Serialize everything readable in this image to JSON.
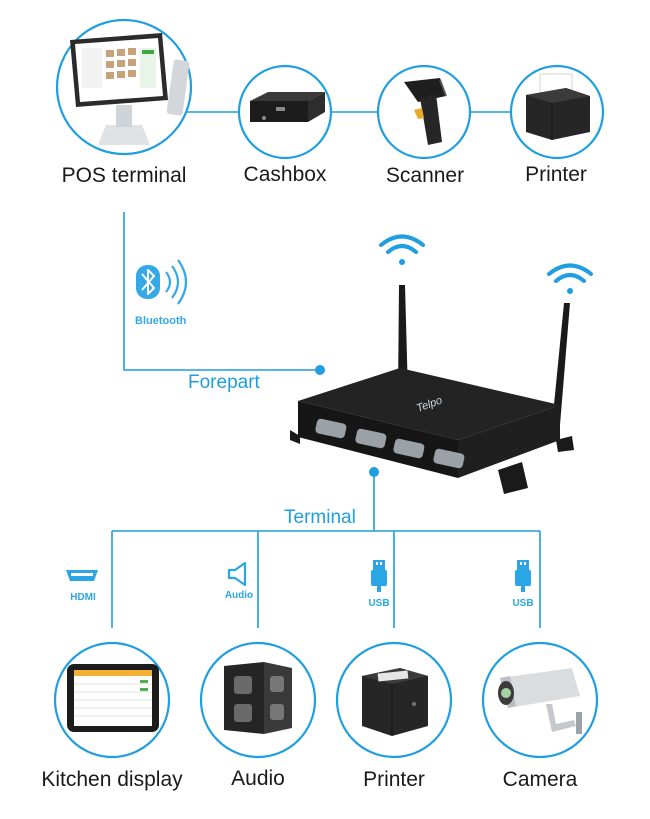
{
  "top_devices": [
    {
      "id": "pos",
      "label": "POS terminal",
      "icon": "pos-terminal-icon"
    },
    {
      "id": "cashbox",
      "label": "Cashbox",
      "icon": "cashbox-icon"
    },
    {
      "id": "scanner",
      "label": "Scanner",
      "icon": "barcode-scanner-icon"
    },
    {
      "id": "printer",
      "label": "Printer",
      "icon": "receipt-printer-icon"
    }
  ],
  "bottom_devices": [
    {
      "id": "kitchen",
      "label": "Kitchen display",
      "icon": "kitchen-display-icon",
      "port": "HDMI",
      "port_icon": "hdmi-icon"
    },
    {
      "id": "audio",
      "label": "Audio",
      "icon": "speaker-icon",
      "port": "Audio",
      "port_icon": "audio-port-icon"
    },
    {
      "id": "printer2",
      "label": "Printer",
      "icon": "receipt-printer-icon",
      "port": "USB",
      "port_icon": "usb-icon"
    },
    {
      "id": "camera",
      "label": "Camera",
      "icon": "security-camera-icon",
      "port": "USB",
      "port_icon": "usb-icon"
    }
  ],
  "connections": {
    "forepart_label": "Forepart",
    "terminal_label": "Terminal",
    "bluetooth_label": "Bluetooth"
  },
  "hub": {
    "brand": "Telpo"
  },
  "colors": {
    "accent": "#1f9ee0",
    "wire": "#1f9ee0",
    "device_dark": "#1e1e1e"
  }
}
